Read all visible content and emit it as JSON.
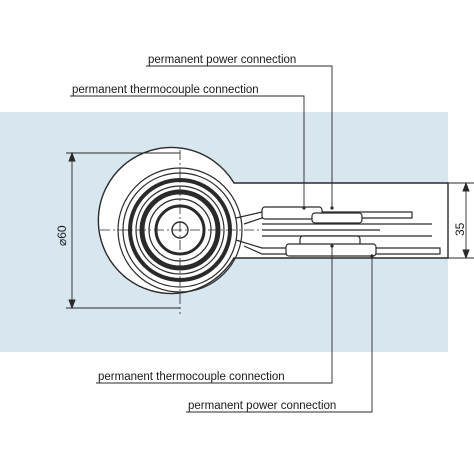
{
  "callouts": {
    "top_power": "permanent power connection",
    "top_thermocouple": "permanent thermocouple connection",
    "bottom_thermocouple": "permanent thermocouple connection",
    "bottom_power": "permanent power connection"
  },
  "dimensions": {
    "diameter": "⌀60",
    "height": "35"
  },
  "colors": {
    "panel": "#d8e6ef",
    "line": "#2a2a2a"
  }
}
